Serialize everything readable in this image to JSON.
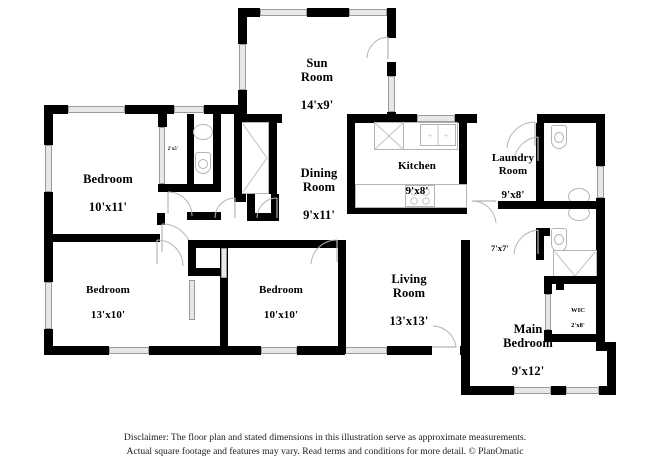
{
  "document": {
    "type": "residential-floor-plan",
    "orientation": "landscape"
  },
  "rooms": [
    {
      "id": "sun-room",
      "name": "Sun\nRoom",
      "dimensions": "14'x9'",
      "label": "Sun Room 14'x9'"
    },
    {
      "id": "bedroom-top-left",
      "name": "Bedroom",
      "dimensions": "10'x11'",
      "label": "Bedroom 10'x11'"
    },
    {
      "id": "closet-small",
      "name": "",
      "dimensions": "2'x5'",
      "label": "2'x5'"
    },
    {
      "id": "dining-room",
      "name": "Dining\nRoom",
      "dimensions": "9'x11'",
      "label": "Dining Room 9'x11'"
    },
    {
      "id": "kitchen",
      "name": "Kitchen",
      "dimensions": "9'x8'",
      "label": "Kitchen 9'x8'"
    },
    {
      "id": "laundry-room",
      "name": "Laundry\nRoom",
      "dimensions": "9'x8'",
      "label": "Laundry Room 9'x8'"
    },
    {
      "id": "bath-hall",
      "name": "",
      "dimensions": "7'x7'",
      "label": "7'x7'"
    },
    {
      "id": "bedroom-bottom-left",
      "name": "Bedroom",
      "dimensions": "13'x10'",
      "label": "Bedroom 13'x10'"
    },
    {
      "id": "bedroom-bottom-mid",
      "name": "Bedroom",
      "dimensions": "10'x10'",
      "label": "Bedroom 10'x10'"
    },
    {
      "id": "living-room",
      "name": "Living\nRoom",
      "dimensions": "13'x13'",
      "label": "Living Room 13'x13'"
    },
    {
      "id": "main-bedroom",
      "name": "Main\nBedroom",
      "dimensions": "9'x12'",
      "label": "Main Bedroom 9'x12'"
    },
    {
      "id": "walk-in-closet",
      "name": "WIC",
      "dimensions": "2'x8'",
      "label": "WIC 2'x8'"
    }
  ],
  "disclaimer": {
    "line1": "Disclaimer: The floor plan and stated dimensions in this illustration serve as approximate measurements.",
    "line2": "Actual square footage and features may vary. Read terms and conditions for more detail. © PlanOmatic"
  },
  "colors": {
    "wall": "#000000",
    "window": "#e8e8e8",
    "window_border": "#9a9a9a",
    "fixture_outline": "#b4b4b4",
    "background": "#ffffff",
    "text": "#000000"
  }
}
